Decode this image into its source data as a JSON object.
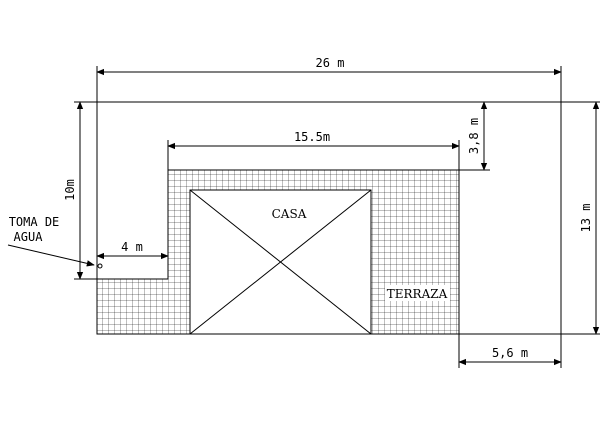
{
  "labels": {
    "dim_total_width": "26 m",
    "dim_total_height": "13 m",
    "dim_left_height": "10m",
    "dim_top_gap": "3,8 m",
    "dim_inner_width": "15.5m",
    "dim_left_step": "4 m",
    "dim_bottom_right": "5,6 m",
    "toma_line1": "TOMA DE",
    "toma_line2": "AGUA",
    "casa": "CASA",
    "terraza": "TERRAZA"
  },
  "colors": {
    "ink": "#000000",
    "background": "#ffffff"
  }
}
